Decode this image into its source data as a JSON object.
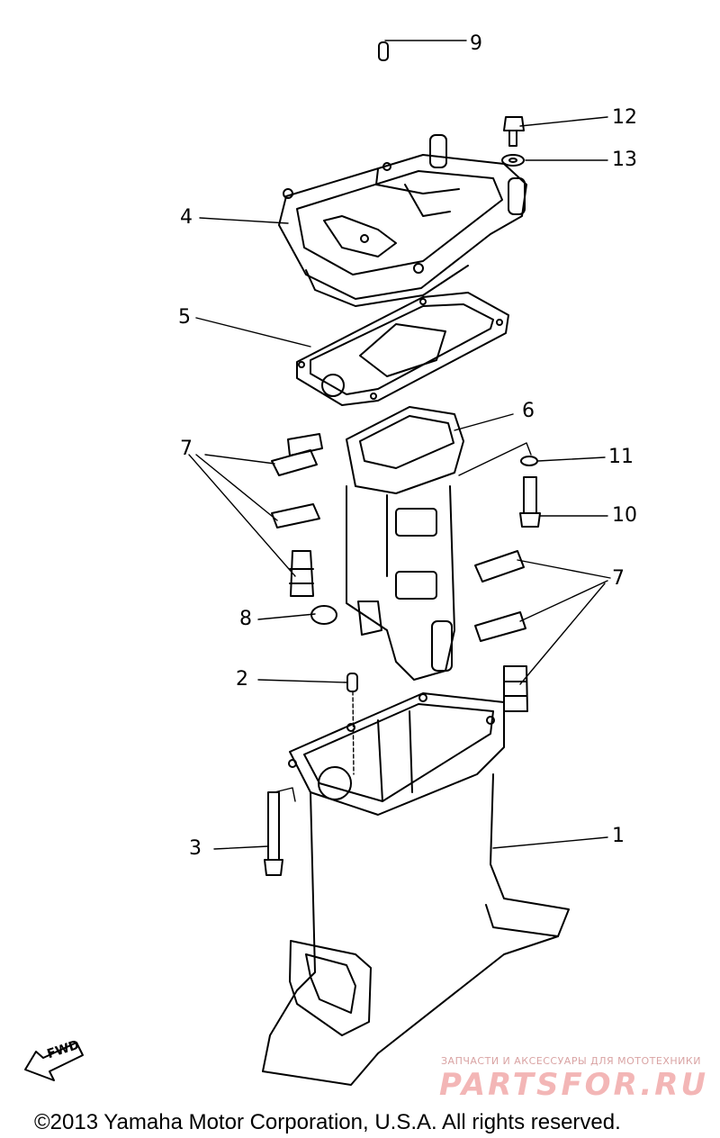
{
  "callouts": {
    "c1": "1",
    "c2": "2",
    "c3": "3",
    "c4": "4",
    "c5": "5",
    "c6": "6",
    "c7_left": "7",
    "c7_right": "7",
    "c8": "8",
    "c9": "9",
    "c10": "10",
    "c11": "11",
    "c12": "12",
    "c13": "13"
  },
  "fwd_label": "FWD",
  "watermark": {
    "caption": "ЗАПЧАСТИ И АКСЕССУАРЫ ДЛЯ МОТОТЕХНИКИ",
    "brand": "PARTSFOR.RU"
  },
  "copyright": "©2013 Yamaha Motor Corporation, U.S.A. All rights reserved."
}
